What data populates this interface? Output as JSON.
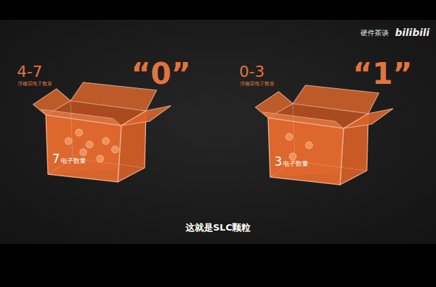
{
  "diagram": {
    "caption": "这就是SLC颗粒",
    "nodes": [
      {
        "text": [
          "7",
          "电子数量"
        ]
      },
      {
        "text": [
          "3",
          "电子数量"
        ]
      }
    ],
    "labels": [
      "4-7",
      "浮栅层电子数量",
      "“0”",
      "0-3",
      "浮栅层电子数量",
      "“1”",
      "硬件茶谈",
      "bilibili"
    ]
  }
}
